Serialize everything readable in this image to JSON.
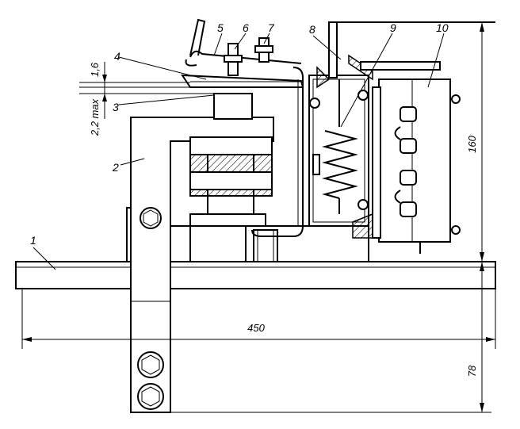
{
  "callouts": [
    {
      "id": "1",
      "text": "1"
    },
    {
      "id": "2",
      "text": "2"
    },
    {
      "id": "3",
      "text": "3"
    },
    {
      "id": "4",
      "text": "4"
    },
    {
      "id": "5",
      "text": "5"
    },
    {
      "id": "6",
      "text": "6"
    },
    {
      "id": "7",
      "text": "7"
    },
    {
      "id": "8",
      "text": "8"
    },
    {
      "id": "9",
      "text": "9"
    },
    {
      "id": "10",
      "text": "10"
    }
  ],
  "dimensions": {
    "width_total": "450",
    "height_upper": "160",
    "height_lower": "78",
    "gap_small": "1,6",
    "gap_max": "2,2 max"
  }
}
